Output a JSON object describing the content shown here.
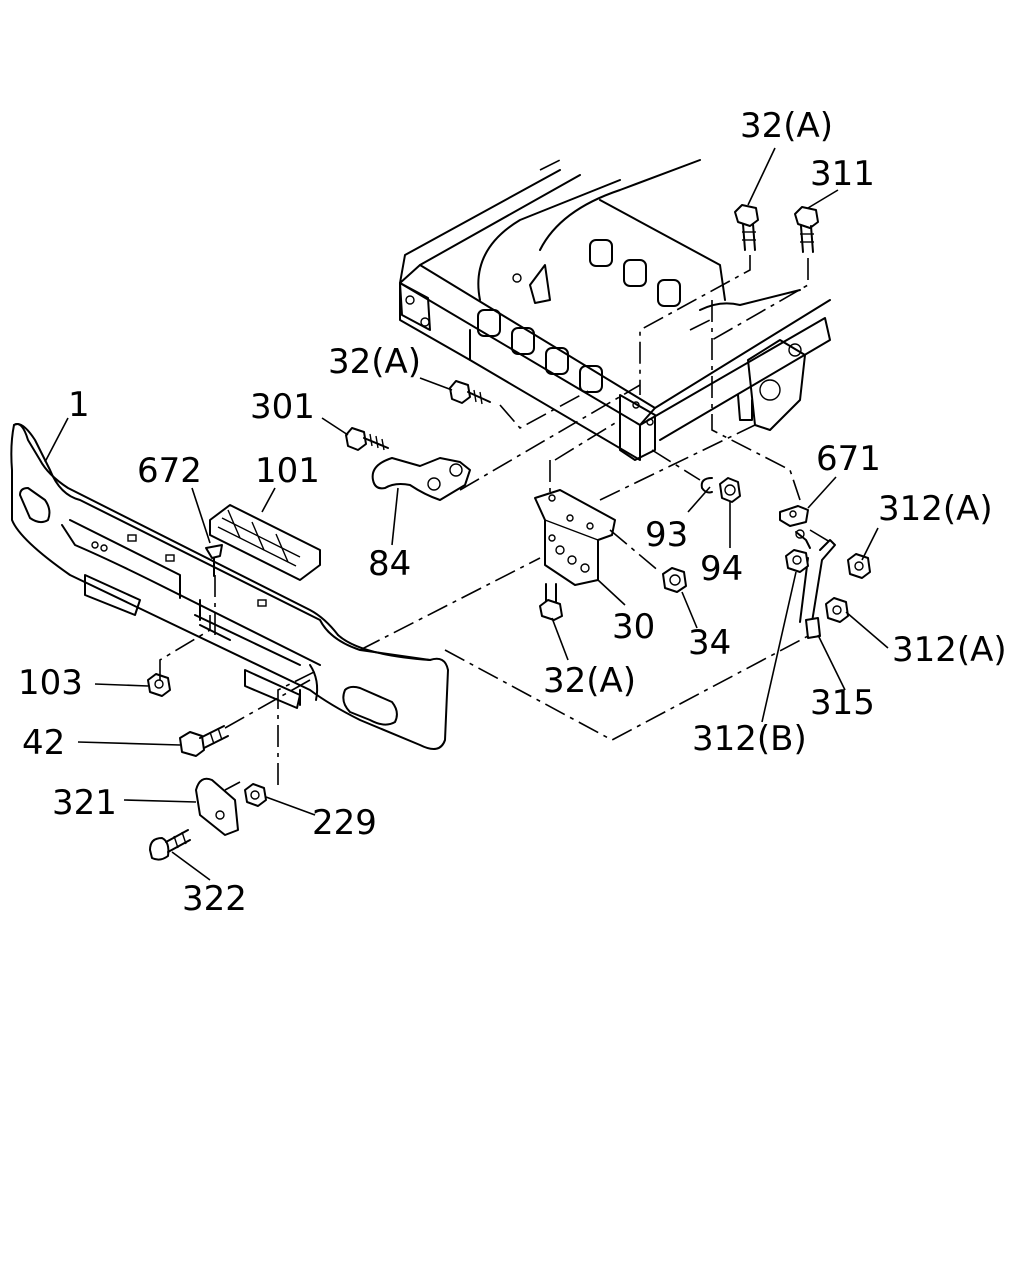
{
  "callouts": {
    "p1": "1",
    "p32a_top": "32(A)",
    "p311": "311",
    "p32a_mid": "32(A)",
    "p301": "301",
    "p672": "672",
    "p101": "101",
    "p84": "84",
    "p671": "671",
    "p93": "93",
    "p94": "94",
    "p312a_upper": "312(A)",
    "p30": "30",
    "p34": "34",
    "p312a_lower": "312(A)",
    "p32a_low": "32(A)",
    "p315": "315",
    "p312b": "312(B)",
    "p103": "103",
    "p42": "42",
    "p321": "321",
    "p229": "229",
    "p322": "322"
  }
}
